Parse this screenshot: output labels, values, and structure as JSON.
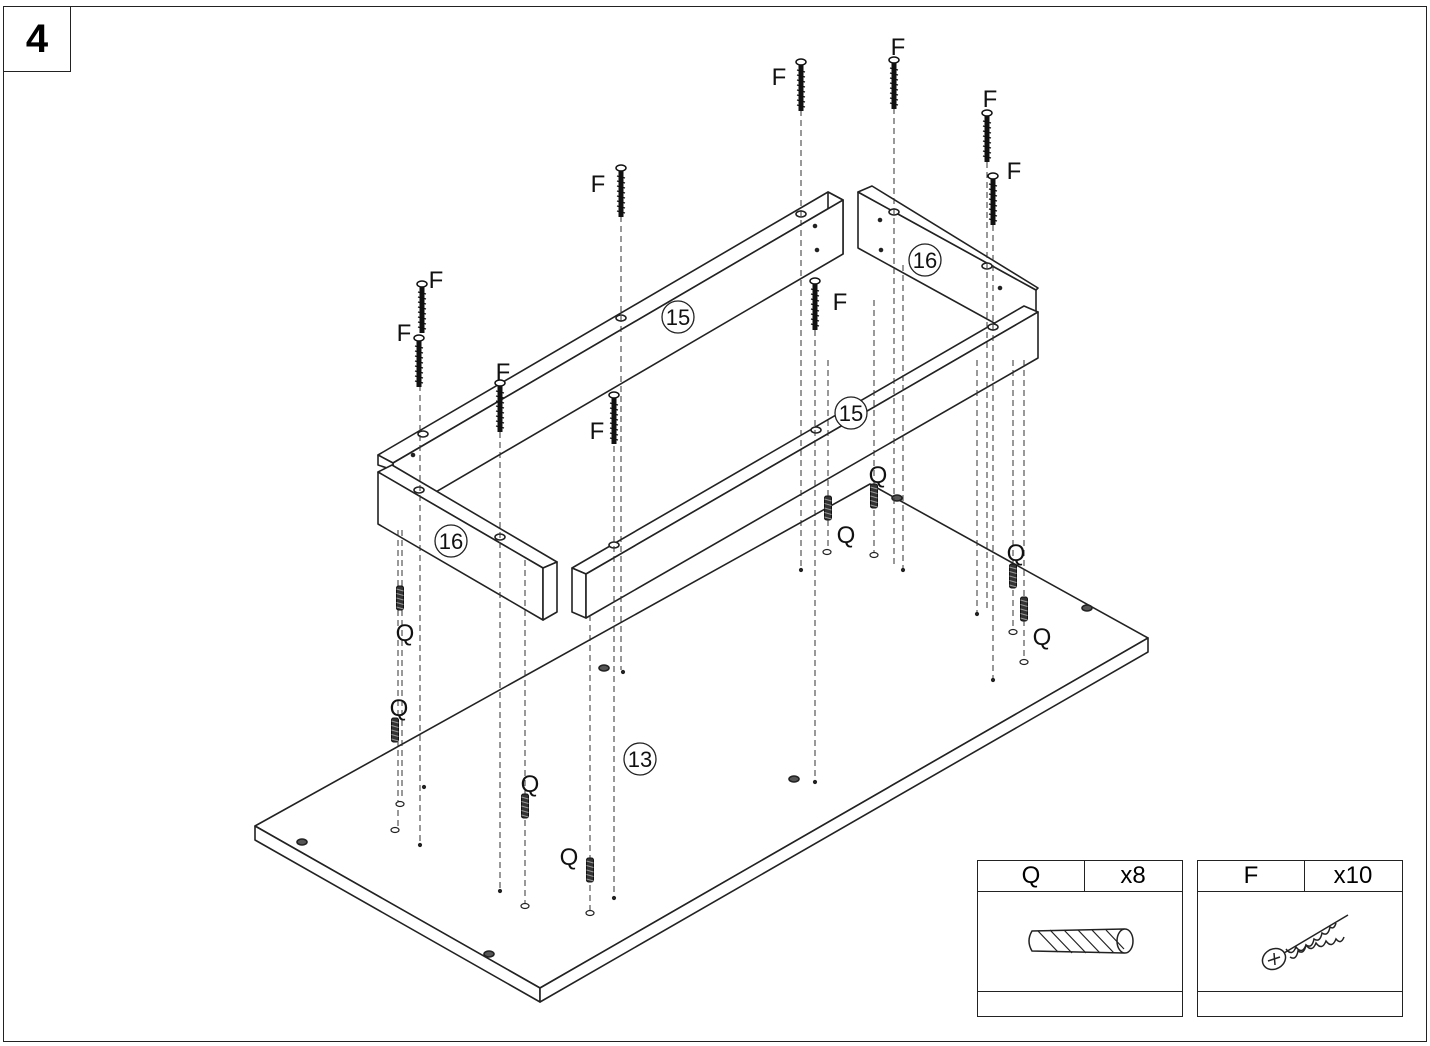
{
  "step": {
    "number": "4"
  },
  "labels": {
    "screw": "F",
    "dowel": "Q",
    "part_rail": "15",
    "part_end": "16",
    "part_base": "13"
  },
  "legend": {
    "dowel": {
      "code": "Q",
      "count": "x8"
    },
    "screw": {
      "code": "F",
      "count": "x10"
    }
  }
}
